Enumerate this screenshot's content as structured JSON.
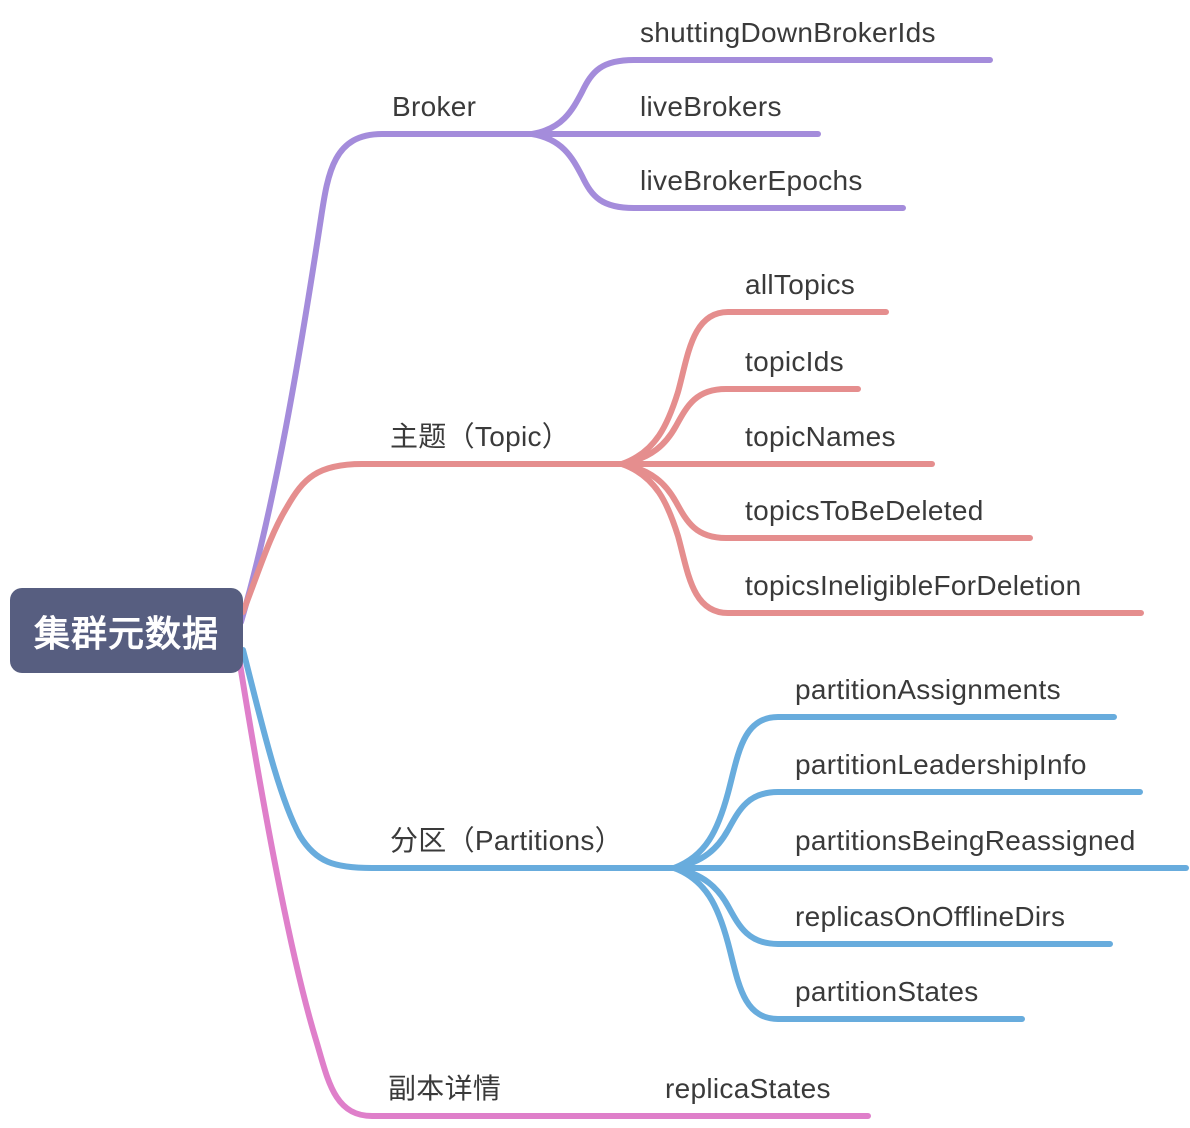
{
  "diagram": {
    "type": "mindmap",
    "root": {
      "label": "集群元数据",
      "bg_color": "#575e80",
      "text_color": "#ffffff"
    },
    "text_color": "#3a3a3a",
    "branches": [
      {
        "label": "Broker",
        "color": "#a48cdb",
        "children": [
          {
            "label": "shuttingDownBrokerIds"
          },
          {
            "label": "liveBrokers"
          },
          {
            "label": "liveBrokerEpochs"
          }
        ]
      },
      {
        "label": "主题（Topic）",
        "color": "#e58e8e",
        "children": [
          {
            "label": "allTopics"
          },
          {
            "label": "topicIds"
          },
          {
            "label": "topicNames"
          },
          {
            "label": "topicsToBeDeleted"
          },
          {
            "label": "topicsIneligibleForDeletion"
          }
        ]
      },
      {
        "label": "分区（Partitions）",
        "color": "#68acdd",
        "children": [
          {
            "label": "partitionAssignments"
          },
          {
            "label": "partitionLeadershipInfo"
          },
          {
            "label": "partitionsBeingReassigned"
          },
          {
            "label": "replicasOnOfflineDirs"
          },
          {
            "label": "partitionStates"
          }
        ]
      },
      {
        "label": "副本详情",
        "color": "#df7fca",
        "children": [
          {
            "label": "replicaStates"
          }
        ]
      }
    ]
  }
}
